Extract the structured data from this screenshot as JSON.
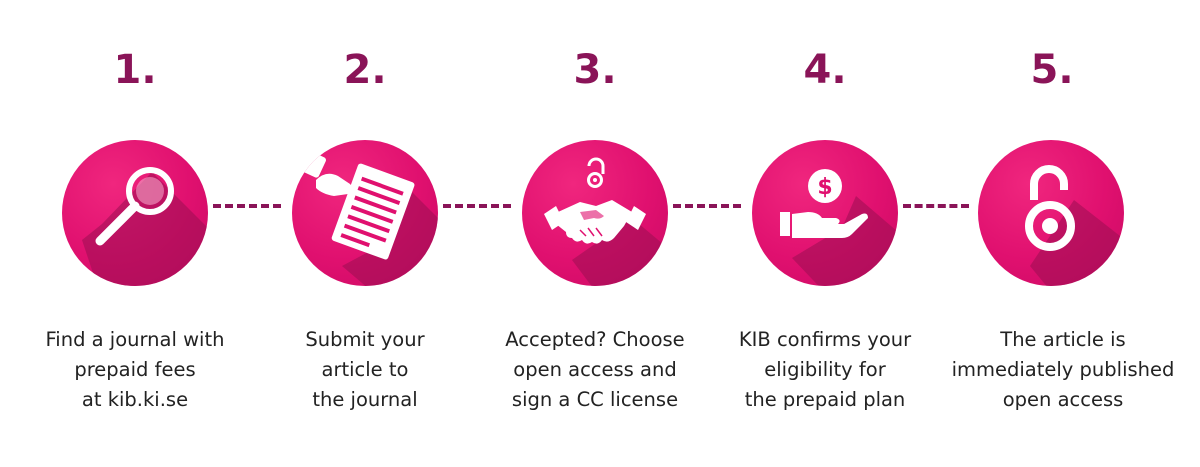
{
  "colors": {
    "number": "#8a1458",
    "circle": "#e0106f",
    "connector": "#8a1458",
    "text": "#222222"
  },
  "steps": [
    {
      "number": "1.",
      "icon": "magnifying-glass-icon",
      "lines": [
        "Find a journal with",
        "prepaid fees",
        "at kib.ki.se"
      ]
    },
    {
      "number": "2.",
      "icon": "document-in-hand-icon",
      "lines": [
        "Submit your",
        "article to",
        "the journal"
      ]
    },
    {
      "number": "3.",
      "icon": "handshake-open-access-icon",
      "lines": [
        "Accepted? Choose",
        "open access and",
        "sign a CC license"
      ]
    },
    {
      "number": "4.",
      "icon": "dollar-coin-hand-icon",
      "lines": [
        "KIB confirms your",
        "eligibility for",
        "the prepaid plan"
      ]
    },
    {
      "number": "5.",
      "icon": "open-access-lock-icon",
      "lines": [
        "The article is",
        "immediately published",
        "open access"
      ]
    }
  ]
}
